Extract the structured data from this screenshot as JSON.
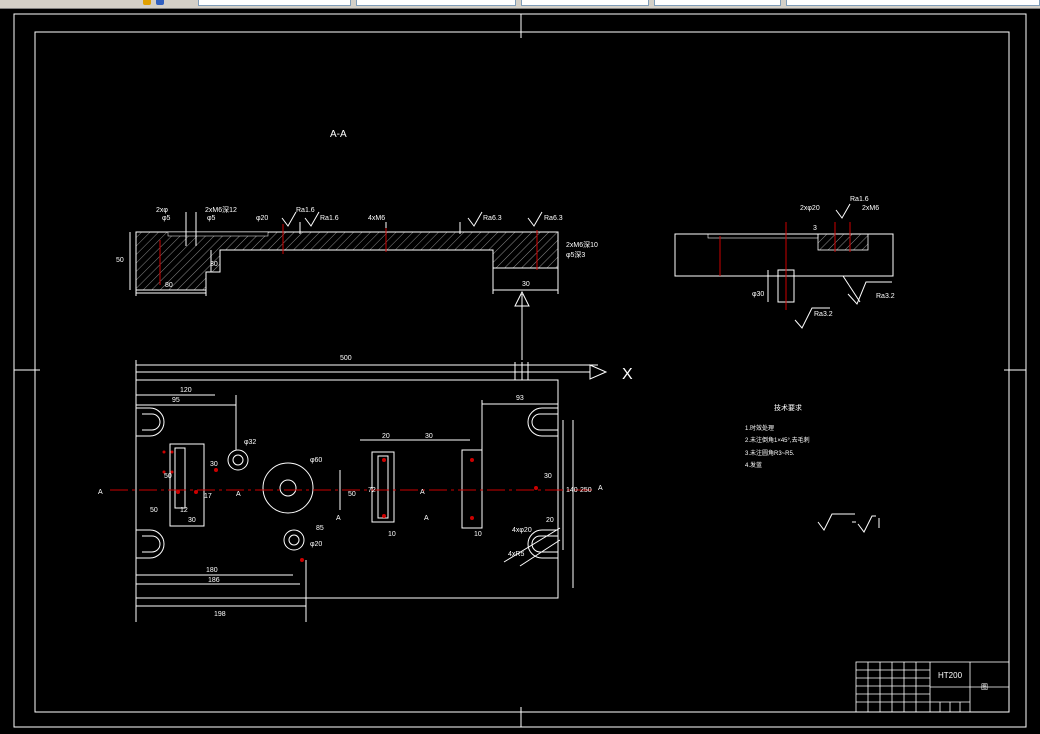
{
  "toolbar": {
    "fields": [
      "",
      "",
      "",
      "",
      ""
    ],
    "icons": [
      "layer-props-icon",
      "layer-state-icon"
    ]
  },
  "drawing": {
    "section_title": "A-A",
    "axis_x_label": "X",
    "material": "HT200",
    "title_cell": "图",
    "notes": {
      "heading": "技术要求",
      "items": [
        "1.时效处理",
        "2.未注倒角1×45°,去毛刺",
        "3.未注圆角R3~R5.",
        "4.发蓝"
      ]
    },
    "roughness_note": "√ (√)",
    "dims": {
      "overall_length": "500",
      "d120": "120",
      "d95": "95",
      "d93": "93",
      "d50_left": "50",
      "d50_v": "50",
      "d17": "17",
      "d30_a": "30",
      "d12": "12",
      "d30_b": "30",
      "d20_a": "20",
      "d30_c": "30",
      "d72": "72",
      "d10_a": "10",
      "d10_b": "10",
      "d30_right": "30",
      "d140": "140",
      "d250": "250",
      "d20_b": "20",
      "d180": "180",
      "d186": "186",
      "d198": "198",
      "d85": "85",
      "d50_c": "50",
      "sec_h50": "50",
      "sec_w80": "80",
      "sec_d30": "30",
      "sec_w30": "30",
      "sec_phi5": "φ5",
      "sec_2xphi": "2xφ",
      "sec_phi5b": "φ5",
      "sec_2xm6": "2xM6深12",
      "sec_phi20": "φ20",
      "sec_ra16a": "Ra1.6",
      "sec_ra16b": "Ra1.6",
      "sec_4xm6": "4xM6",
      "sec_ra63a": "Ra6.3",
      "sec_ra63b": "Ra6.3",
      "sec_2xm6b": "2xM6深10",
      "sec_phi53": "φ5深3",
      "side_ra16": "Ra1.6",
      "side_2xm6": "2xM6",
      "side_2xphi": "2xφ20",
      "side_ra32a": "Ra3.2",
      "side_ra32b": "Ra3.2",
      "side_phi": "φ30",
      "side_3": "3",
      "c_phi32": "φ32",
      "c_phi60": "φ60",
      "c_phi20": "φ20",
      "m_4phi": "4xφ20",
      "m_4r": "4xR5",
      "sec_A1": "A",
      "sec_A2": "A",
      "sec_A3": "A",
      "sec_A4": "A",
      "sec_A5": "A",
      "sec_A6": "A"
    }
  }
}
